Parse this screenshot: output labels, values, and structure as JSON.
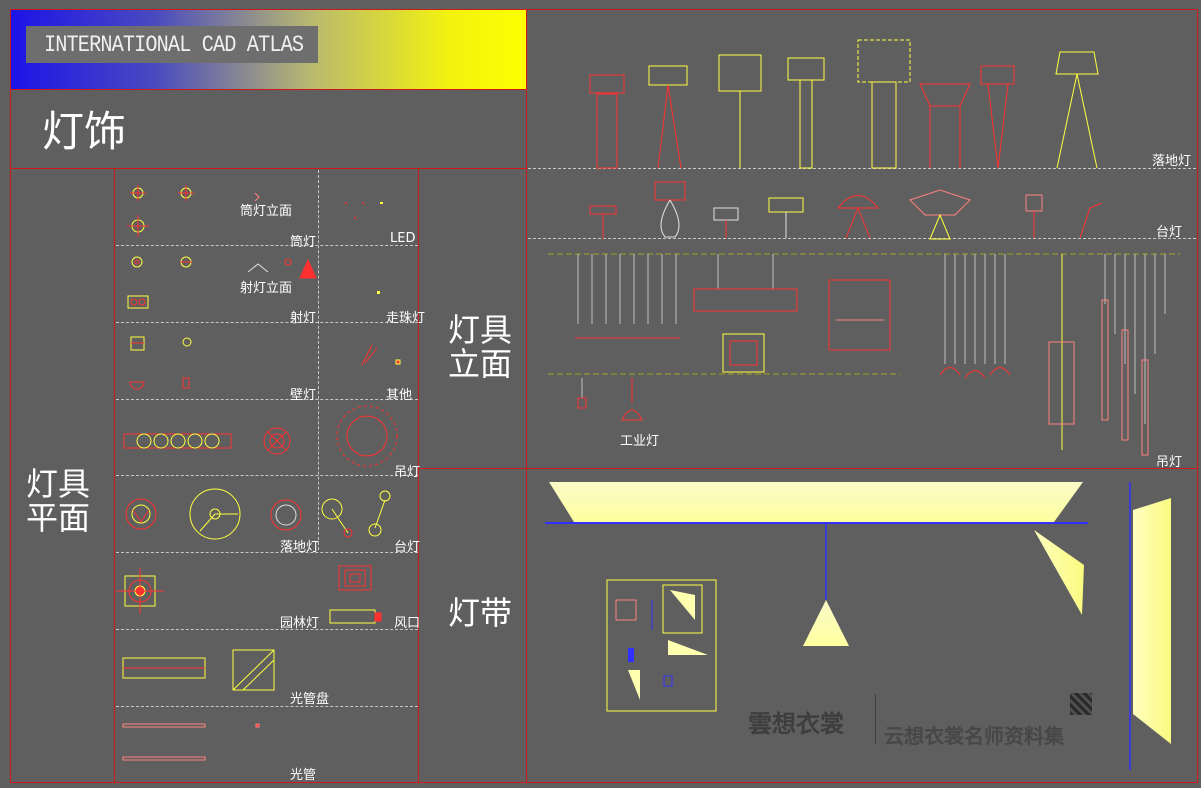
{
  "header": {
    "banner_title": "INTERNATIONAL CAD ATLAS",
    "section_title": "灯饰"
  },
  "plan_section": {
    "title_line1": "灯具",
    "title_line2": "平面",
    "labels": {
      "downlight_elevation": "筒灯立面",
      "downlight": "筒灯",
      "led": "LED",
      "spotlight_elevation": "射灯立面",
      "spotlight": "射灯",
      "track_light": "走珠灯",
      "wall_lamp": "壁灯",
      "other": "其他",
      "pendant": "吊灯",
      "floor_lamp": "落地灯",
      "table_lamp": "台灯",
      "garden_lamp": "园林灯",
      "air_vent": "风口",
      "light_panel": "光管盘",
      "light_tube": "光管"
    }
  },
  "elevation_section": {
    "title_line1": "灯具",
    "title_line2": "立面",
    "labels": {
      "floor_lamp": "落地灯",
      "table_lamp": "台灯",
      "industrial_lamp": "工业灯",
      "pendant": "吊灯"
    }
  },
  "strip_section": {
    "title": "灯带"
  },
  "watermark": {
    "brand": "雲想衣裳",
    "subtitle": "云想衣裳名师资料集"
  },
  "colors": {
    "background": "#5f5f5f",
    "frame_red": "#d01818",
    "cad_yellow": "#ffff40",
    "cad_red": "#ff2a2a",
    "cad_blue": "#2020ff",
    "label_white": "#ffffff"
  }
}
